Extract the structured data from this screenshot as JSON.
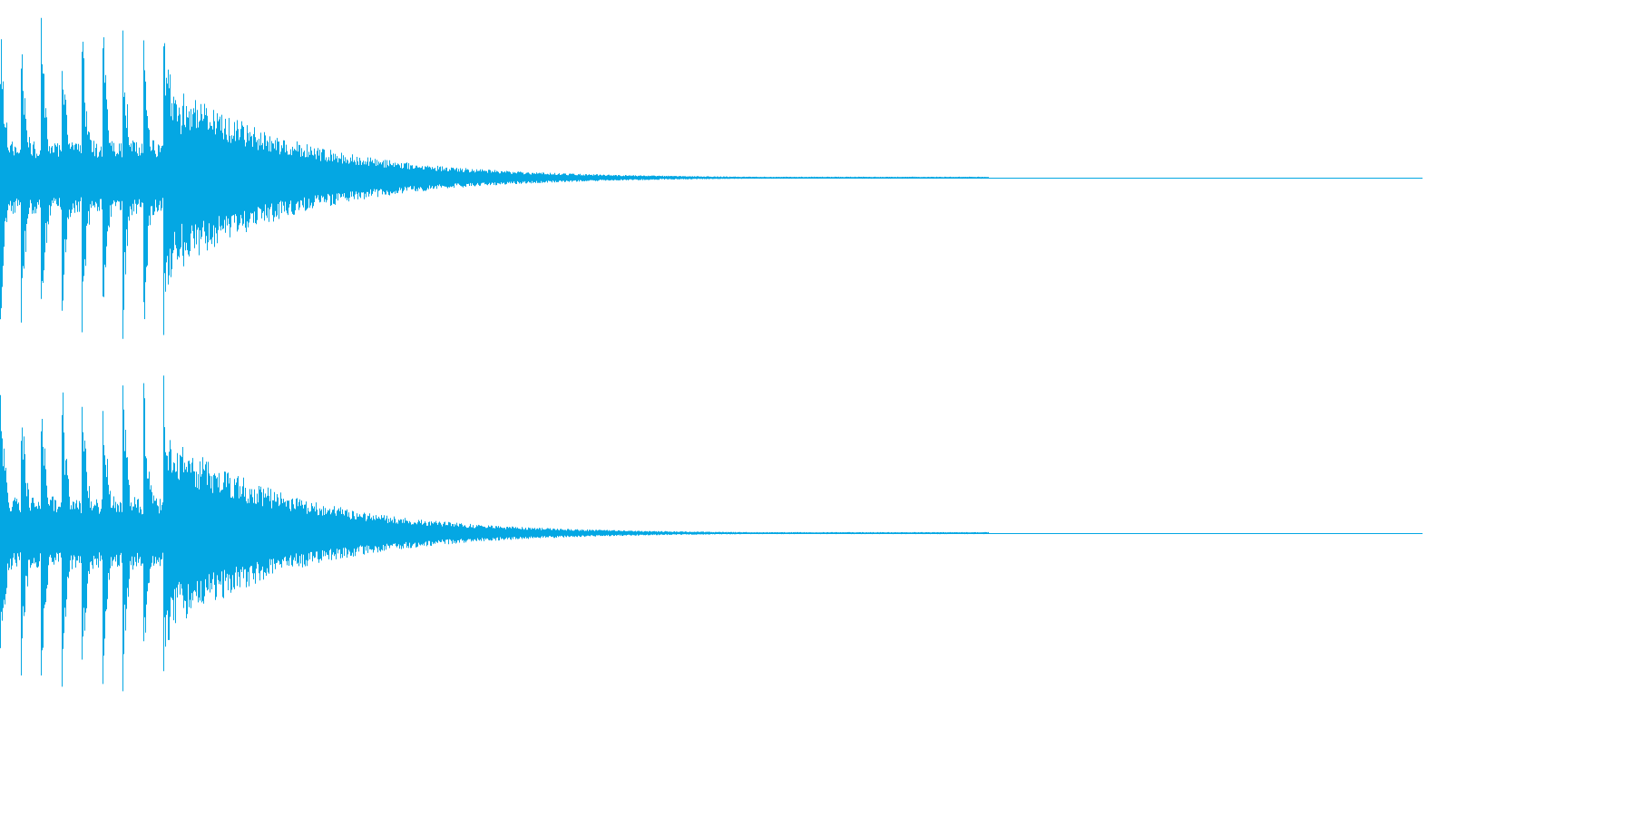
{
  "waveform": {
    "color": "#04a7e3",
    "channels": [
      {
        "name": "channel-1"
      },
      {
        "name": "channel-2"
      }
    ],
    "transients": [
      0,
      23,
      45,
      68,
      90,
      113,
      135,
      158,
      180
    ],
    "decay_end": 1090,
    "track_end": 1568
  }
}
